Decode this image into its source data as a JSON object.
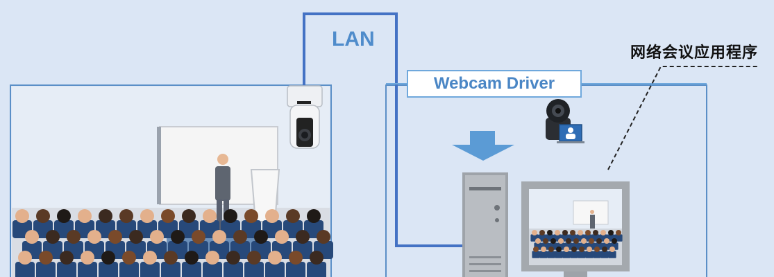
{
  "labels": {
    "lan": "LAN",
    "webcam_driver": "Webcam Driver",
    "app": "网络会议应用程序"
  },
  "icons": [
    "ptz-camera-icon",
    "usb-webcam-icon",
    "laptop-user-icon",
    "download-arrow-icon",
    "pc-tower-icon",
    "monitor-icon"
  ],
  "colors": {
    "background": "#dbe6f5",
    "lan_line": "#4472c4",
    "label_blue": "#4f8ccb",
    "frame_line": "#5b8fc7"
  }
}
